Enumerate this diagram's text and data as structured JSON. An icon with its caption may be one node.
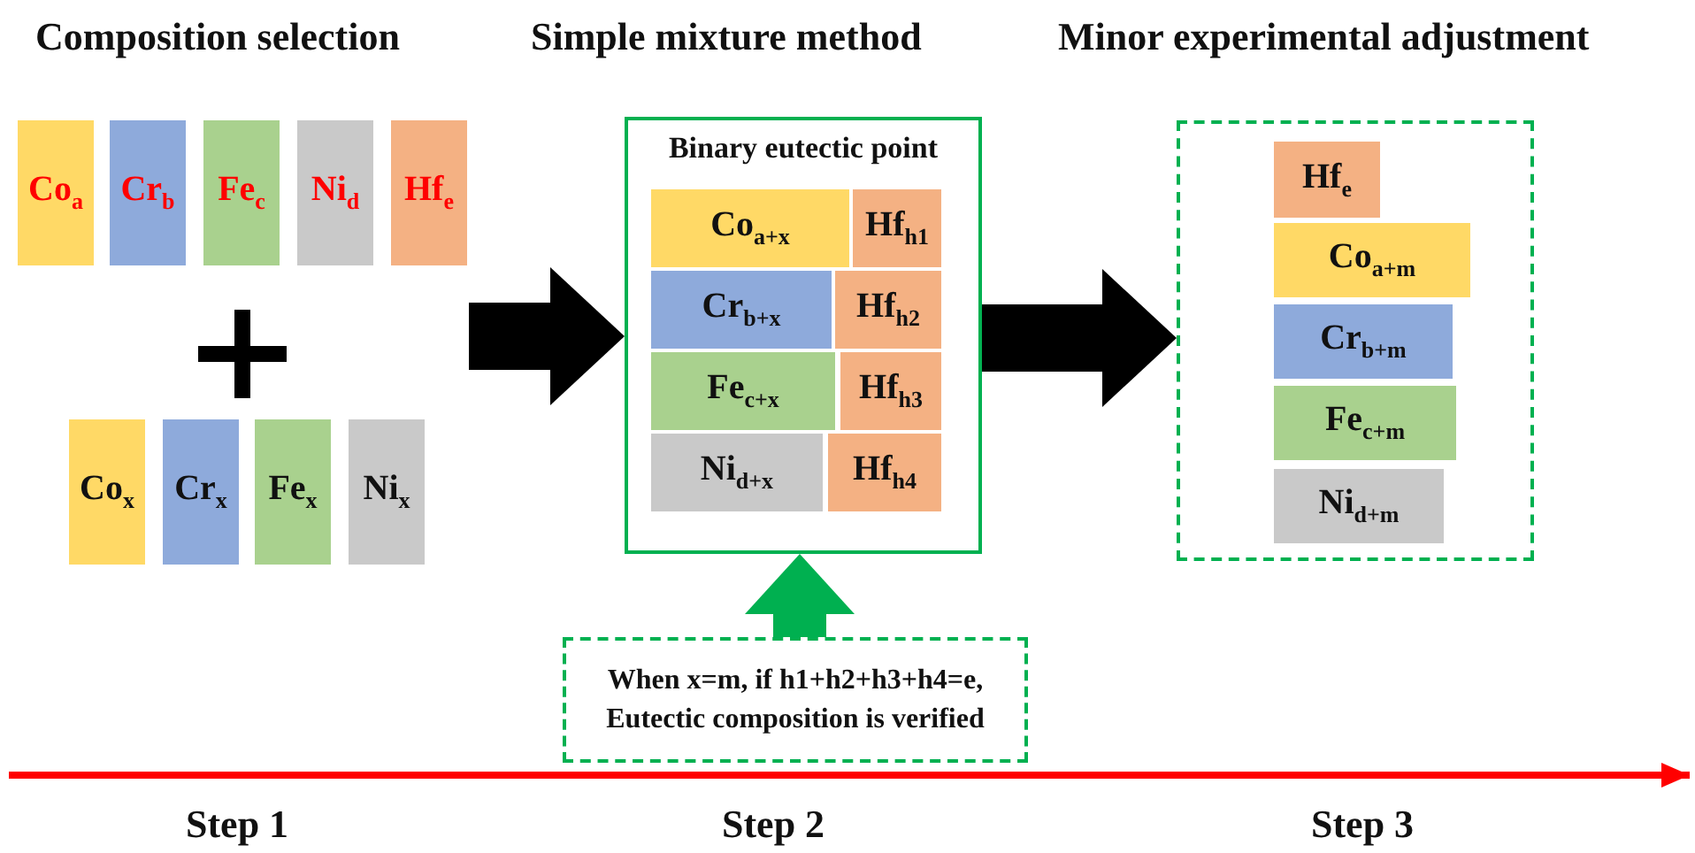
{
  "diagram": {
    "nodes": [
      {
        "text": [
          "Co$_{a}$"
        ]
      },
      {
        "text": [
          "Cr$_{b}$"
        ]
      },
      {
        "text": [
          "Fe$_{c}$"
        ]
      },
      {
        "text": [
          "Ni$_{d}$"
        ]
      },
      {
        "text": [
          "Hf$_{e}$"
        ]
      },
      {
        "text": [
          "Co$_{x}$"
        ]
      },
      {
        "text": [
          "Cr$_{x}$"
        ]
      },
      {
        "text": [
          "Fe$_{x}$"
        ]
      },
      {
        "text": [
          "Ni$_{x}$"
        ]
      },
      {
        "text": [
          "Binary eutectic point"
        ]
      },
      {
        "text": [
          "Co$_{a+x}$"
        ],
        "in": 9
      },
      {
        "text": [
          "Hf$_{h1}$"
        ],
        "in": 9
      },
      {
        "text": [
          "Cr$_{b+x}$"
        ],
        "in": 9
      },
      {
        "text": [
          "Hf$_{h2}$"
        ],
        "in": 9
      },
      {
        "text": [
          "Fe$_{c+x}$"
        ],
        "in": 9
      },
      {
        "text": [
          "Hf$_{h3}$"
        ],
        "in": 9
      },
      {
        "text": [
          "Ni$_{d+x}$"
        ],
        "in": 9
      },
      {
        "text": [
          "Hf$_{h4}$"
        ],
        "in": 9
      },
      {
        "text": [
          "When x=m, if h1+h2+h3+h4=e, Eutectic composition is verified"
        ]
      },
      {
        "text": [],
        "shape": "box"
      },
      {
        "text": [
          "Hf$_{e}$"
        ],
        "in": 19
      },
      {
        "text": [
          "Co$_{a+m}$"
        ],
        "in": 19
      },
      {
        "text": [
          "Cr$_{b+m}$"
        ],
        "in": 19
      },
      {
        "text": [
          "Fe$_{c+m}$"
        ],
        "in": 19
      },
      {
        "text": [
          "Ni$_{d+m}$"
        ],
        "in": 19
      }
    ],
    "edges": [
      {
        "from": null,
        "to": 9,
        "arrow": "to"
      },
      {
        "from": 9,
        "to": 19,
        "arrow": "to"
      },
      {
        "from": 18,
        "to": 9,
        "arrow": "to",
        "color": "#00b050"
      }
    ],
    "labels": [
      "Composition selection",
      "Simple mixture method",
      "Minor experimental adjustment",
      "Step 1",
      "Step 2",
      "Step 3"
    ]
  }
}
